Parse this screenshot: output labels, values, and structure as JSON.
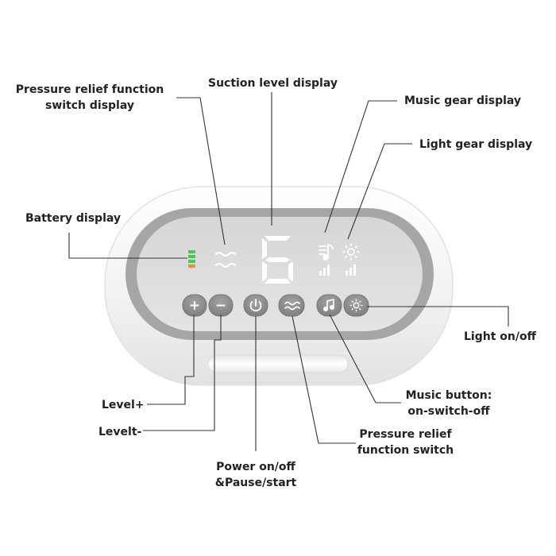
{
  "labels": {
    "pressure_relief_display": [
      "Pressure relief function",
      "switch display"
    ],
    "suction_level_display": "Suction level display",
    "music_gear_display": "Music gear display",
    "light_gear_display": "Light gear display",
    "battery_display": "Battery display",
    "light_onoff": "Light on/off",
    "level_plus": "Level+",
    "level_minus": "Levelt-",
    "music_button": [
      "Music button:",
      "on-switch-off"
    ],
    "pressure_relief_switch": [
      "Pressure relief",
      "function switch"
    ],
    "power": [
      "Power on/off",
      "&Pause/start"
    ]
  },
  "device": {
    "suction_level": "6",
    "battery_bars": 4,
    "battery_colors": [
      "#3fcf4a",
      "#3fcf4a",
      "#3fcf4a",
      "#f28a2e"
    ],
    "buttons": {
      "plus_icon": "+",
      "minus_icon": "−"
    },
    "colors": {
      "shell": "#f4f4f4",
      "bezel": "#a9a9a9",
      "screen": "#d9d9d9",
      "button": "#8c8c8c",
      "display_glyph": "#ffffff"
    }
  }
}
